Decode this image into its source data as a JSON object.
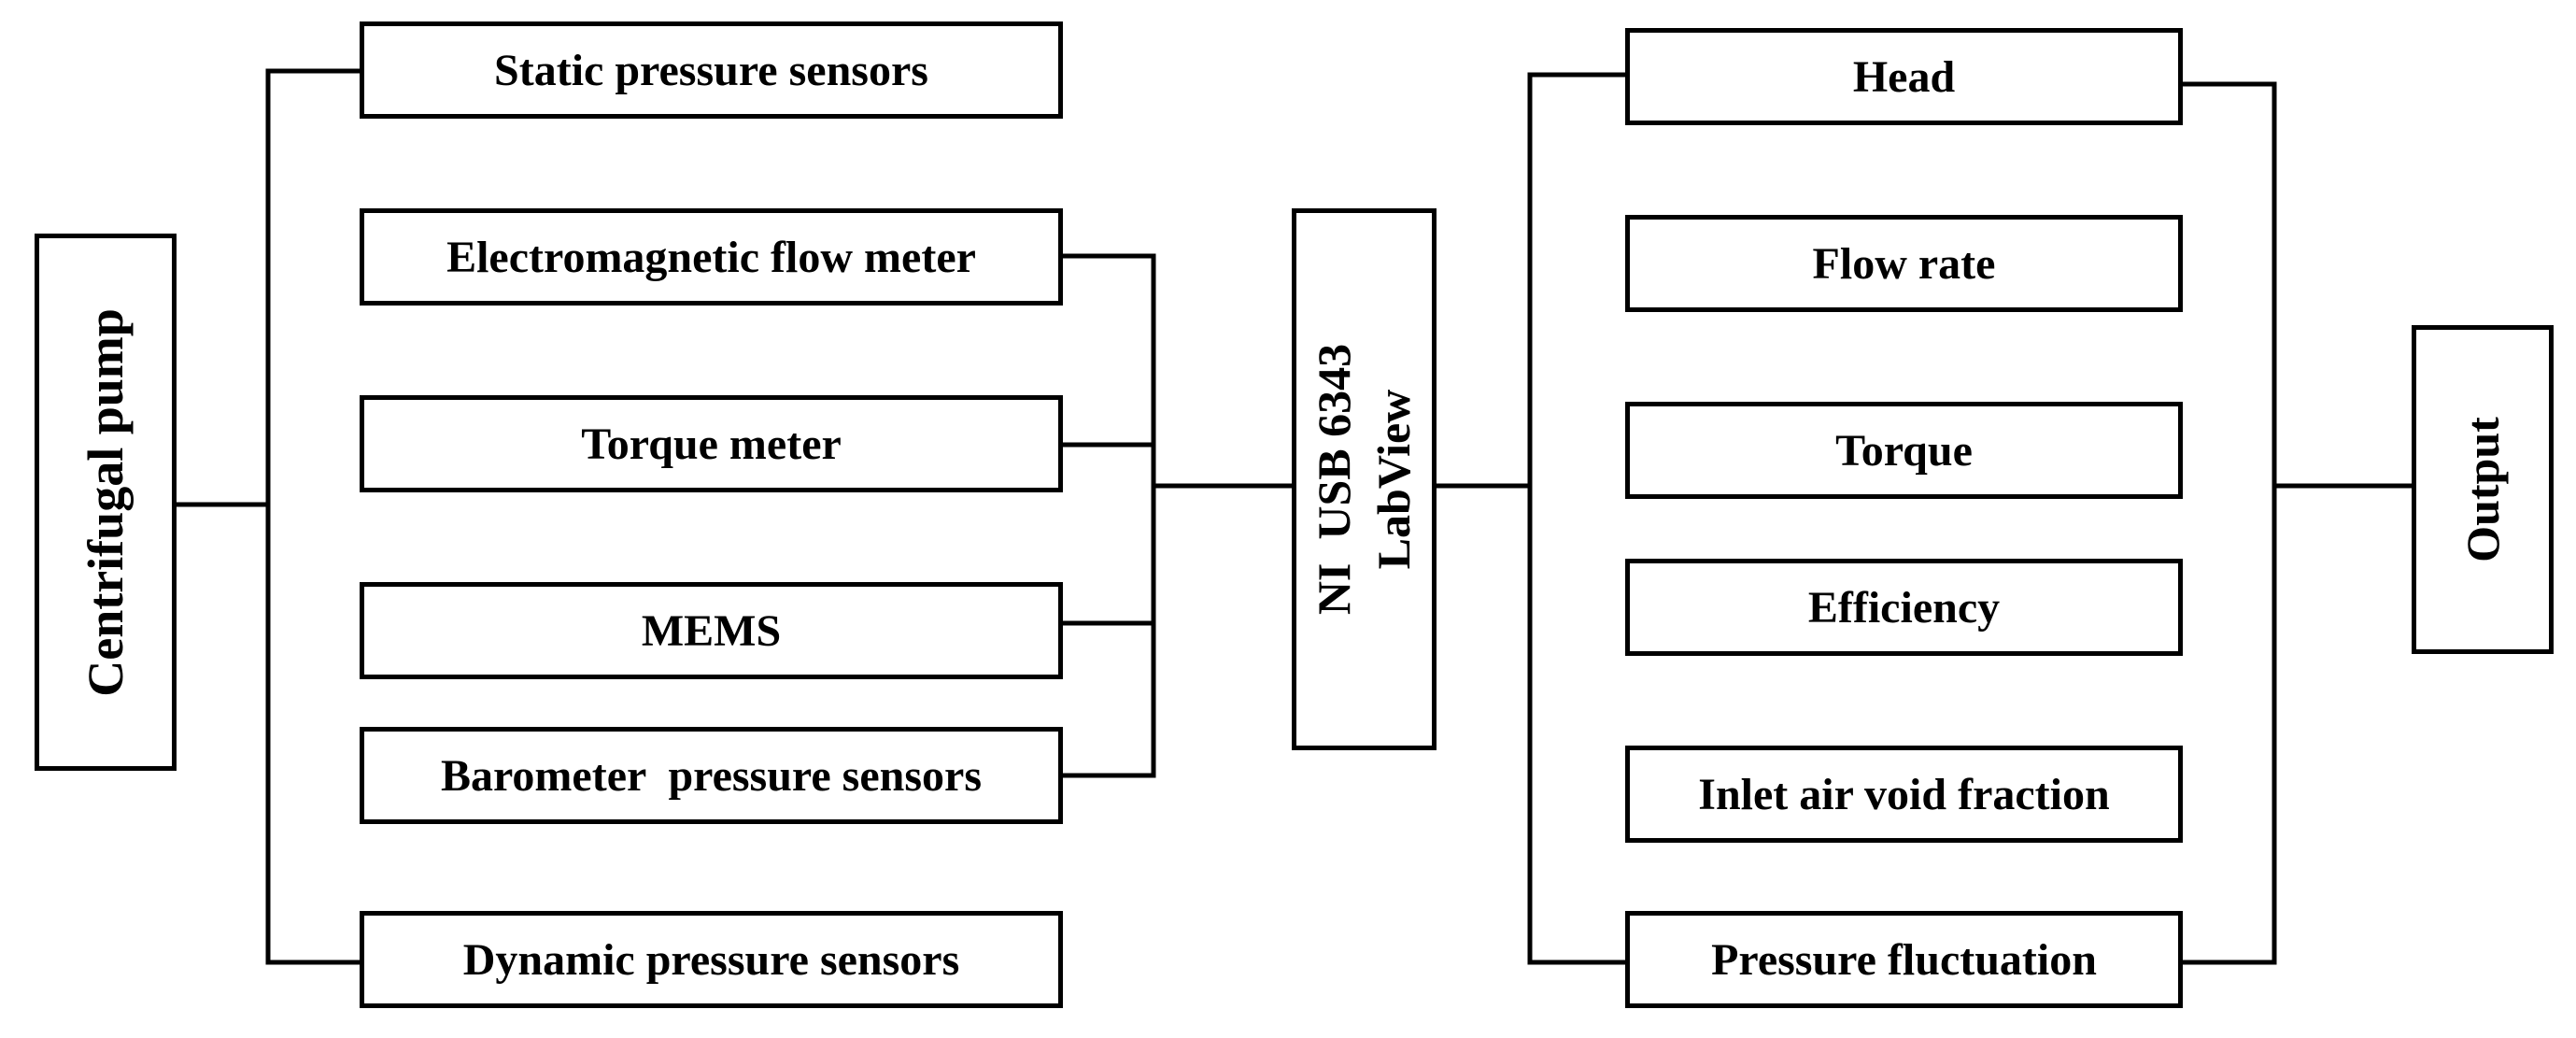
{
  "source": "Centrifugal pump",
  "sensors": [
    "Static pressure sensors",
    "Electromagnetic flow meter",
    "Torque meter",
    "MEMS",
    "Barometer  pressure sensors",
    "Dynamic pressure sensors"
  ],
  "daq": {
    "line1": "NI  USB 6343",
    "line2": "LabView"
  },
  "outputs": [
    "Head",
    "Flow rate",
    "Torque",
    "Efficiency",
    "Inlet air void fraction",
    "Pressure fluctuation"
  ],
  "final": "Output",
  "colors": {
    "stroke": "#000000",
    "background": "#ffffff"
  }
}
